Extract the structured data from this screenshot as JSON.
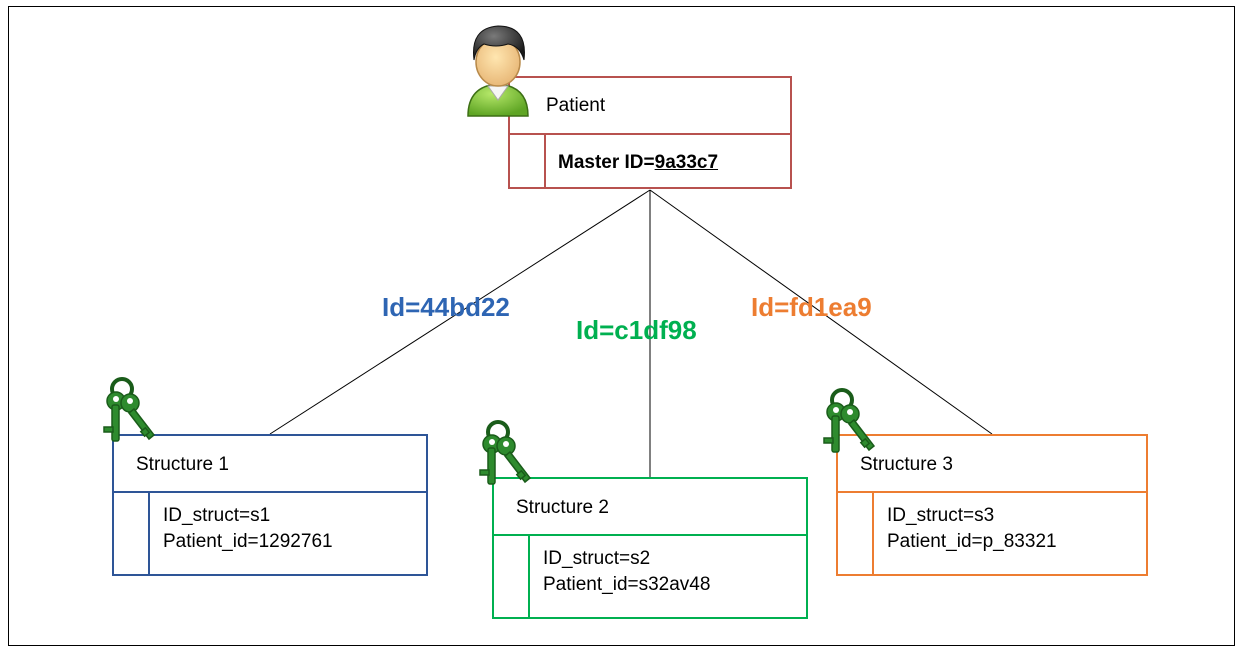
{
  "patient": {
    "title": "Patient",
    "master_label": "Master ID=",
    "master_value": "9a33c7",
    "icon": "person-icon"
  },
  "links": [
    {
      "label": "Id=44bd22",
      "color": "#2e65b3"
    },
    {
      "label": "Id=c1df98",
      "color": "#00b050"
    },
    {
      "label": "Id=fd1ea9",
      "color": "#ed7d31"
    }
  ],
  "structures": [
    {
      "title": "Structure 1",
      "id_struct": "ID_struct=s1",
      "patient_id": "Patient_id=1292761",
      "color": "#2e5597",
      "icon": "keys-icon"
    },
    {
      "title": "Structure 2",
      "id_struct": "ID_struct=s2",
      "patient_id": "Patient_id=s32av48",
      "color": "#00b050",
      "icon": "keys-icon"
    },
    {
      "title": "Structure 3",
      "id_struct": "ID_struct=s3",
      "patient_id": "Patient_id=p_83321",
      "color": "#ed7d31",
      "icon": "keys-icon"
    }
  ]
}
